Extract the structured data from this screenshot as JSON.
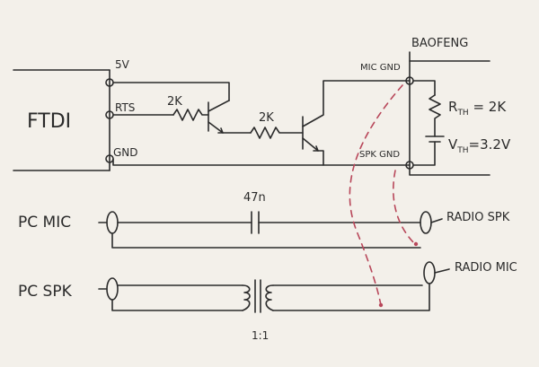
{
  "labels": {
    "ftdi": "FTDI",
    "v5": "5V",
    "rts": "RTS",
    "gnd": "GND",
    "r1": "2K",
    "r2": "2K",
    "baofeng": "BAOFENG",
    "mic_gnd": "MIC GND",
    "spk_gnd": "SPK GND",
    "rth_sym": "R",
    "rth_sub": "TH",
    "rth_val": " = 2K",
    "vth_sym": "V",
    "vth_sub": "TH",
    "vth_val": "=3.2V",
    "cap": "47n",
    "pc_mic": "PC MIC",
    "radio_spk": "RADIO SPK",
    "pc_spk": "PC SPK",
    "radio_mic": "RADIO MIC",
    "ratio": "1:1"
  },
  "colors": {
    "ink": "#2b2b2b",
    "paper": "#f3f0ea",
    "dashed": "#b8475a"
  }
}
